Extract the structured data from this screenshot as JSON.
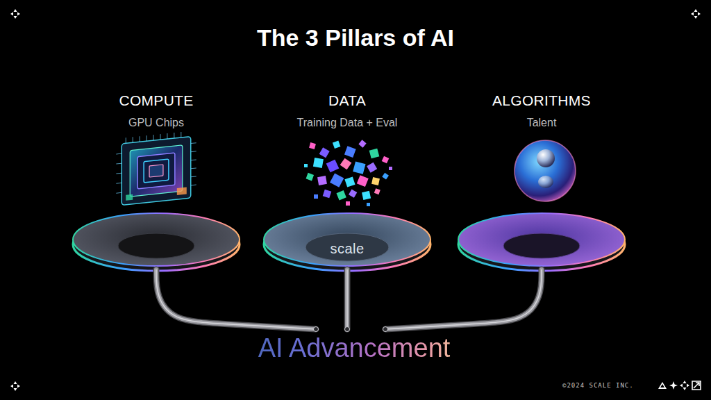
{
  "diagram": {
    "title": "The 3 Pillars of AI",
    "nodes": [
      {
        "text": [
          "COMPUTE",
          "GPU Chips"
        ]
      },
      {
        "text": [
          "DATA",
          "Training Data + Eval",
          "scale"
        ]
      },
      {
        "text": [
          "ALGORITHMS",
          "Talent"
        ]
      },
      {
        "text": [
          "AI Advancement"
        ]
      }
    ],
    "edges": [
      {
        "from": 0,
        "to": 3,
        "arrow": "none"
      },
      {
        "from": 1,
        "to": 3,
        "arrow": "none"
      },
      {
        "from": 2,
        "to": 3,
        "arrow": "none"
      }
    ],
    "labels": [
      "©2024 SCALE INC."
    ]
  }
}
